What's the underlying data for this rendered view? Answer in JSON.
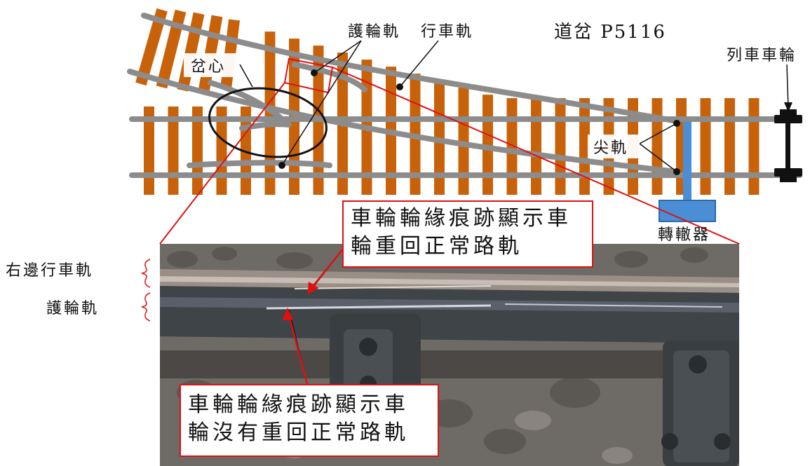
{
  "title": "道岔 P5116",
  "labels": {
    "frog": "岔心",
    "check_rail": "護輪軌",
    "running_rail": "行車軌",
    "switch_rail": "尖軌",
    "train_wheels": "列車車輪",
    "point_machine": "轉轍器"
  },
  "photo_labels": {
    "right_running_rail": "右邊行車軌",
    "check_rail": "護輪軌"
  },
  "callouts": {
    "upper_line1": "車輪輪緣痕跡顯示車",
    "upper_line2": "輪重回正常路軌",
    "lower_line1": "車輪輪緣痕跡顯示車",
    "lower_line2": "輪沒有重回正常路軌"
  },
  "colors": {
    "sleeper": "#c8620a",
    "rail": "#8c8c8c",
    "point_machine": "#4a8fd6",
    "highlight": "#e01010"
  }
}
